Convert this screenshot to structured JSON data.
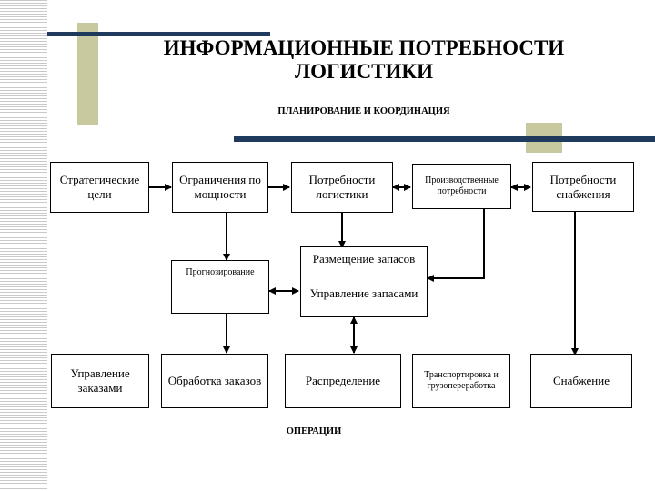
{
  "title_line1": "ИНФОРМАЦИОННЫЕ ПОТРЕБНОСТИ",
  "title_line2": "ЛОГИСТИКИ",
  "subtitle": "ПЛАНИРОВАНИЕ И КООРДИНАЦИЯ",
  "footer": "ОПЕРАЦИИ",
  "boxes": {
    "strategic_goals": "Стратегические цели",
    "capacity_limits": "Ограничения по мощности",
    "logistics_needs": "Потребности логистики",
    "production_needs": "Производственные потребности",
    "supply_needs": "Потребности снабжения",
    "inventory_placement": "Размещение запасов",
    "forecasting": "Прогнозирование",
    "inventory_management": "Управление запасами",
    "order_management": "Управление заказами",
    "order_processing": "Обработка заказов",
    "distribution": "Распределение",
    "transport_handling": "Транспортировка и грузопереработка",
    "procurement": "Снабжение"
  },
  "colors": {
    "bar": "#1f3a5c",
    "accent": "#c9c9a0",
    "stripes": "#c9c9c9"
  }
}
